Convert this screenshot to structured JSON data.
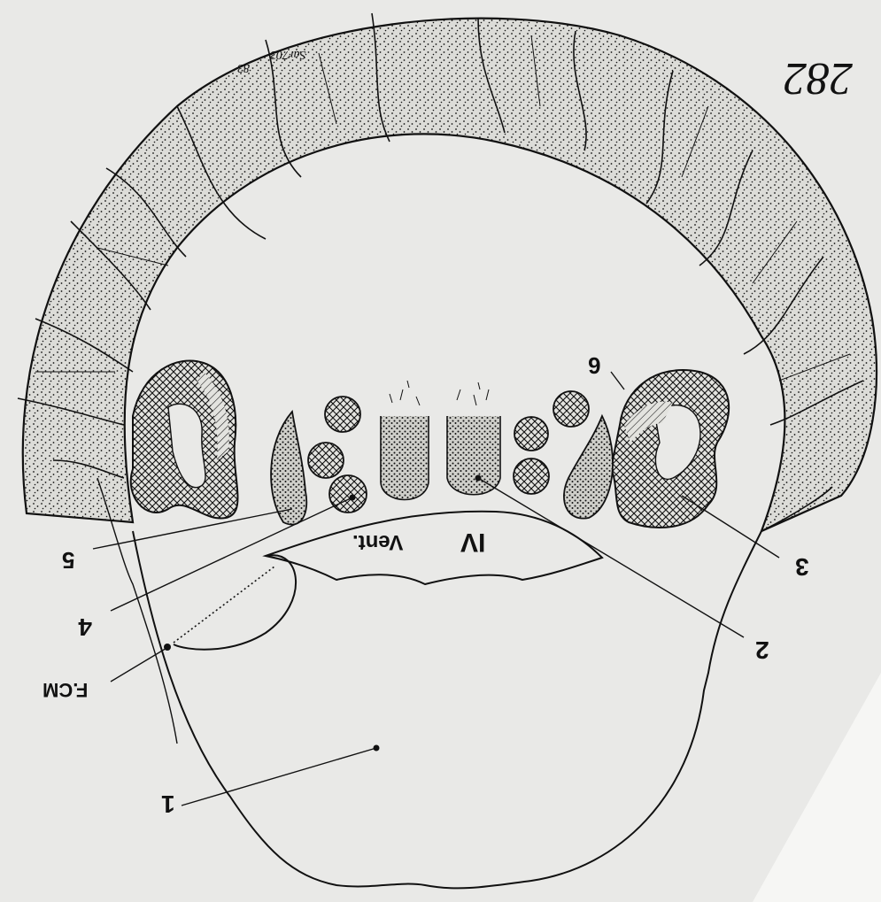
{
  "labels": {
    "l1": "1",
    "l2": "2",
    "l3": "3",
    "l4": "4",
    "l5": "5",
    "l6": "6",
    "fcm": "F.CM",
    "vent_numeral": "IV",
    "vent_word": "Vent.",
    "page_number": "282",
    "corner_note": "Sar703",
    "corner_num": "83"
  },
  "colors": {
    "paper": "#e9e9e7",
    "ink": "#111111",
    "folia_fill": "#d8d8d4"
  }
}
